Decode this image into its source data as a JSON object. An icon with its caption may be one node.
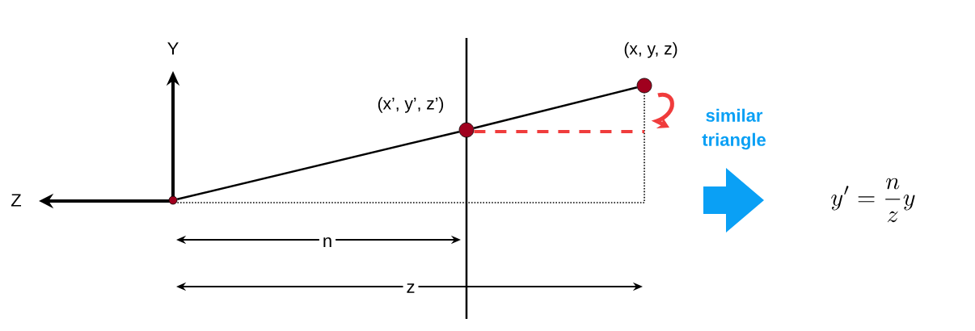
{
  "diagram": {
    "nodes": [
      {
        "text": [],
        "shape": "circle"
      },
      {
        "text": [],
        "shape": "circle",
        "beside": [
          "(x’, y’, z’)"
        ]
      },
      {
        "text": [],
        "shape": "circle",
        "beside": [
          "(x, y, z)"
        ]
      }
    ],
    "edges": [
      {
        "from": 0,
        "to": 1,
        "arrow": "none"
      },
      {
        "from": 1,
        "to": 2,
        "arrow": "none"
      },
      {
        "from": 0,
        "to": 2,
        "arrow": "none",
        "style": "dashed"
      },
      {
        "from": 1,
        "to": null,
        "arrow": "none",
        "style": "dashed",
        "color": "#f03c3c"
      }
    ],
    "labels": [
      "Y",
      "Z",
      "n",
      "z",
      "similar triangle",
      "y' = \\frac{n}{z}y"
    ]
  }
}
